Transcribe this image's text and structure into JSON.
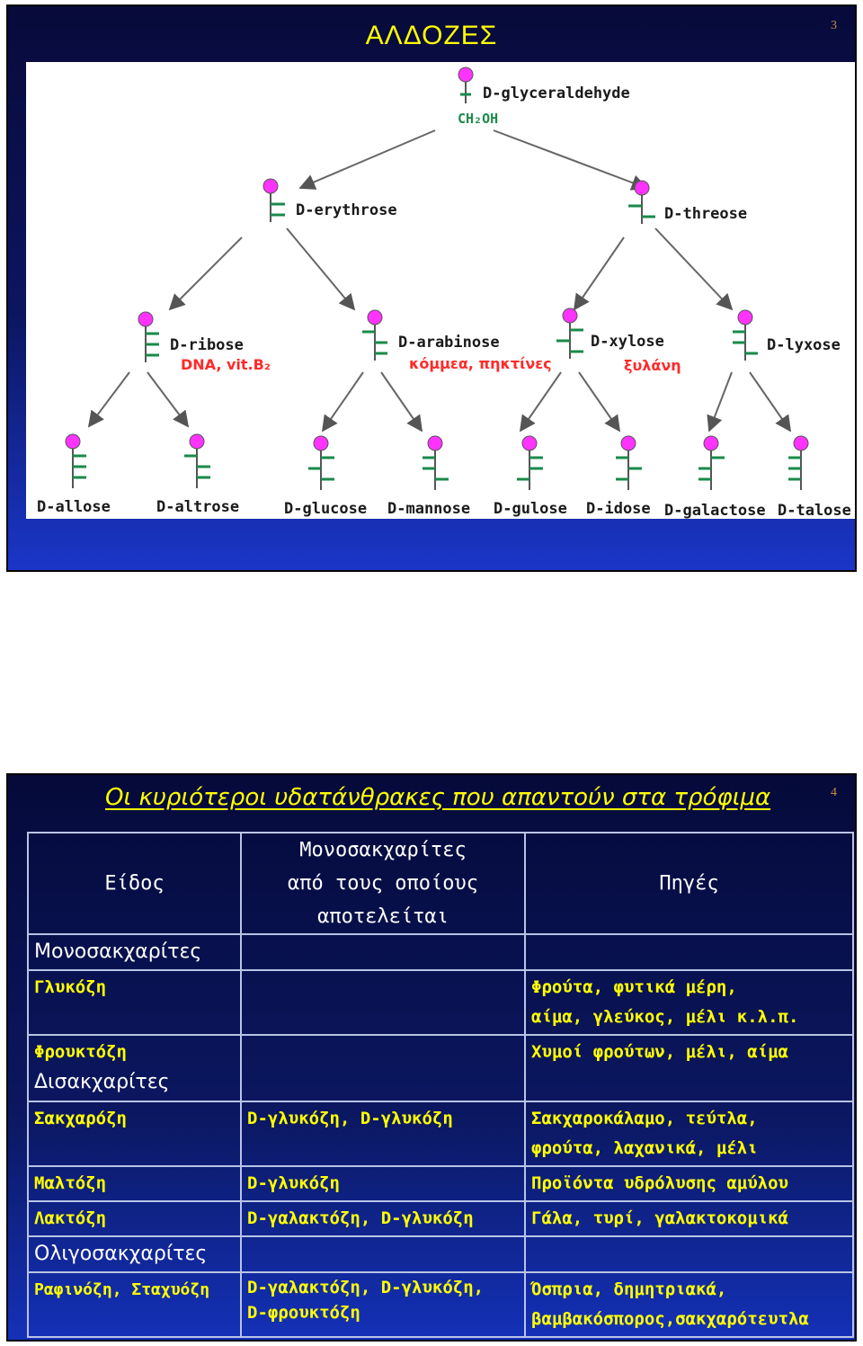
{
  "slide1": {
    "title": "ΑΛΔΟΖΕΣ",
    "page_number": "3",
    "diagram": {
      "root": {
        "label": "D-glyceraldehyde",
        "formula": "CH₂OH"
      },
      "level1": [
        {
          "label": "D-erythrose"
        },
        {
          "label": "D-threose"
        }
      ],
      "level2": [
        {
          "label": "D-ribose",
          "note": "DNA, vit.B₂"
        },
        {
          "label": "D-arabinose",
          "note": "κόμμεα, πηκτίνες"
        },
        {
          "label": "D-xylose",
          "note": "ξυλάνη"
        },
        {
          "label": "D-lyxose",
          "note": ""
        }
      ],
      "level3": [
        "D-allose",
        "D-altrose",
        "D-glucose",
        "D-mannose",
        "D-gulose",
        "D-idose",
        "D-galactose",
        "D-talose"
      ]
    }
  },
  "slide2": {
    "title": "Οι κυριότεροι υδατάνθρακες που απαντούν στα τρόφιμα",
    "page_number": "4",
    "headers": {
      "kind": "Είδος",
      "mono": [
        "Μονοσακχαρίτες",
        "από τους οποίους",
        "αποτελείται"
      ],
      "sources": "Πηγές"
    },
    "sections": {
      "mono": "Μονοσακχαρίτες",
      "di": "Δισακχαρίτες",
      "oligo": "Ολιγοσακχαρίτες"
    },
    "rows": {
      "glucose": {
        "name": "Γλυκόζη",
        "components": "",
        "sources": [
          "Φρούτα, φυτικά μέρη,",
          "αίμα, γλεύκος, μέλι κ.λ.π."
        ]
      },
      "fructose": {
        "name": "Φρουκτόζη",
        "components": "",
        "sources": [
          "Χυμοί φρούτων, μέλι, αίμα"
        ]
      },
      "sucrose": {
        "name": "Σακχαρόζη",
        "components": "D-γλυκόζη, D-γλυκόζη",
        "sources": [
          "Σακχαροκάλαμο, τεύτλα,",
          "φρούτα, λαχανικά, μέλι"
        ]
      },
      "maltose": {
        "name": "Μαλτόζη",
        "components": "D-γλυκόζη",
        "sources": [
          "Προϊόντα υδρόλυσης αμύλου"
        ]
      },
      "lactose": {
        "name": "Λακτόζη",
        "components": "D-γαλακτόζη, D-γλυκόζη",
        "sources": [
          "Γάλα, τυρί, γαλακτοκομικά"
        ]
      },
      "raffinose": {
        "name": "Ραφινόζη, Σταχυόζη",
        "components": [
          "D-γαλακτόζη, D-γλυκόζη,",
          "D-φρουκτόζη"
        ],
        "sources": [
          "Όσπρια, δημητριακά,",
          "βαμβακόσπορος,σακχαρότευτλα"
        ]
      }
    }
  }
}
